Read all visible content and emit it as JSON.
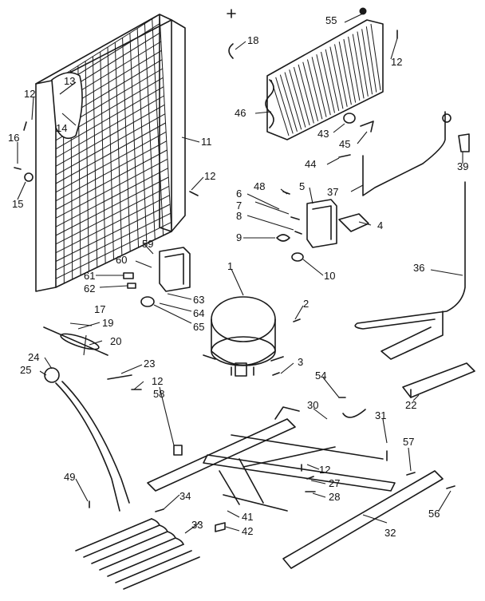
{
  "diagram": {
    "callouts": [
      {
        "id": "c1",
        "label": "1"
      },
      {
        "id": "c2",
        "label": "2"
      },
      {
        "id": "c3",
        "label": "3"
      },
      {
        "id": "c4",
        "label": "4"
      },
      {
        "id": "c5",
        "label": "5"
      },
      {
        "id": "c6",
        "label": "6"
      },
      {
        "id": "c7",
        "label": "7"
      },
      {
        "id": "c8",
        "label": "8"
      },
      {
        "id": "c9",
        "label": "9"
      },
      {
        "id": "c10",
        "label": "10"
      },
      {
        "id": "c11",
        "label": "11"
      },
      {
        "id": "c12a",
        "label": "12"
      },
      {
        "id": "c12b",
        "label": "12"
      },
      {
        "id": "c12c",
        "label": "12"
      },
      {
        "id": "c12d",
        "label": "12"
      },
      {
        "id": "c12e",
        "label": "12"
      },
      {
        "id": "c13",
        "label": "13"
      },
      {
        "id": "c14",
        "label": "14"
      },
      {
        "id": "c15",
        "label": "15"
      },
      {
        "id": "c16",
        "label": "16"
      },
      {
        "id": "c17",
        "label": "17"
      },
      {
        "id": "c18",
        "label": "18"
      },
      {
        "id": "c19",
        "label": "19"
      },
      {
        "id": "c20",
        "label": "20"
      },
      {
        "id": "c22",
        "label": "22"
      },
      {
        "id": "c23",
        "label": "23"
      },
      {
        "id": "c24",
        "label": "24"
      },
      {
        "id": "c25",
        "label": "25"
      },
      {
        "id": "c27",
        "label": "27"
      },
      {
        "id": "c28",
        "label": "28"
      },
      {
        "id": "c30",
        "label": "30"
      },
      {
        "id": "c31",
        "label": "31"
      },
      {
        "id": "c32",
        "label": "32"
      },
      {
        "id": "c33",
        "label": "33"
      },
      {
        "id": "c34",
        "label": "34"
      },
      {
        "id": "c36",
        "label": "36"
      },
      {
        "id": "c37",
        "label": "37"
      },
      {
        "id": "c39",
        "label": "39"
      },
      {
        "id": "c41",
        "label": "41"
      },
      {
        "id": "c42",
        "label": "42"
      },
      {
        "id": "c43",
        "label": "43"
      },
      {
        "id": "c44",
        "label": "44"
      },
      {
        "id": "c45",
        "label": "45"
      },
      {
        "id": "c46",
        "label": "46"
      },
      {
        "id": "c48",
        "label": "48"
      },
      {
        "id": "c49",
        "label": "49"
      },
      {
        "id": "c54",
        "label": "54"
      },
      {
        "id": "c55",
        "label": "55"
      },
      {
        "id": "c56",
        "label": "56"
      },
      {
        "id": "c57",
        "label": "57"
      },
      {
        "id": "c58",
        "label": "58"
      },
      {
        "id": "c59",
        "label": "59"
      },
      {
        "id": "c60",
        "label": "60"
      },
      {
        "id": "c61",
        "label": "61"
      },
      {
        "id": "c62",
        "label": "62"
      },
      {
        "id": "c63",
        "label": "63"
      },
      {
        "id": "c64",
        "label": "64"
      },
      {
        "id": "c65",
        "label": "65"
      }
    ]
  }
}
